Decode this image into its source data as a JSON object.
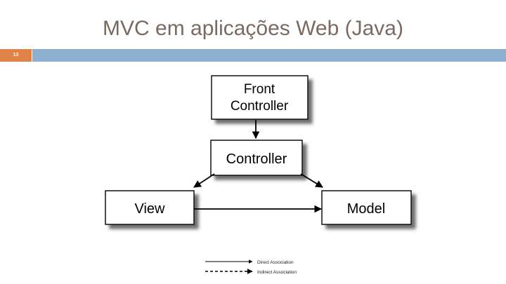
{
  "slide": {
    "title": "MVC em aplicações Web (Java)",
    "number": "13",
    "accent_orange": "#e08348",
    "accent_blue": "#8cafd0",
    "title_color": "#7a6a60",
    "background": "#ffffff"
  },
  "diagram": {
    "type": "flowchart",
    "nodes": [
      {
        "id": "front-controller",
        "label_line1": "Front",
        "label_line2": "Controller"
      },
      {
        "id": "controller",
        "label": "Controller"
      },
      {
        "id": "view",
        "label": "View"
      },
      {
        "id": "model",
        "label": "Model"
      }
    ],
    "edges": [
      {
        "from": "front-controller",
        "to": "controller",
        "style": "solid"
      },
      {
        "from": "controller",
        "to": "view",
        "style": "solid"
      },
      {
        "from": "controller",
        "to": "model",
        "style": "solid"
      },
      {
        "from": "view",
        "to": "model",
        "style": "solid"
      }
    ],
    "legend": [
      {
        "style": "solid",
        "label": "Direct Association"
      },
      {
        "style": "dashed",
        "label": "Indirect Association"
      }
    ]
  }
}
